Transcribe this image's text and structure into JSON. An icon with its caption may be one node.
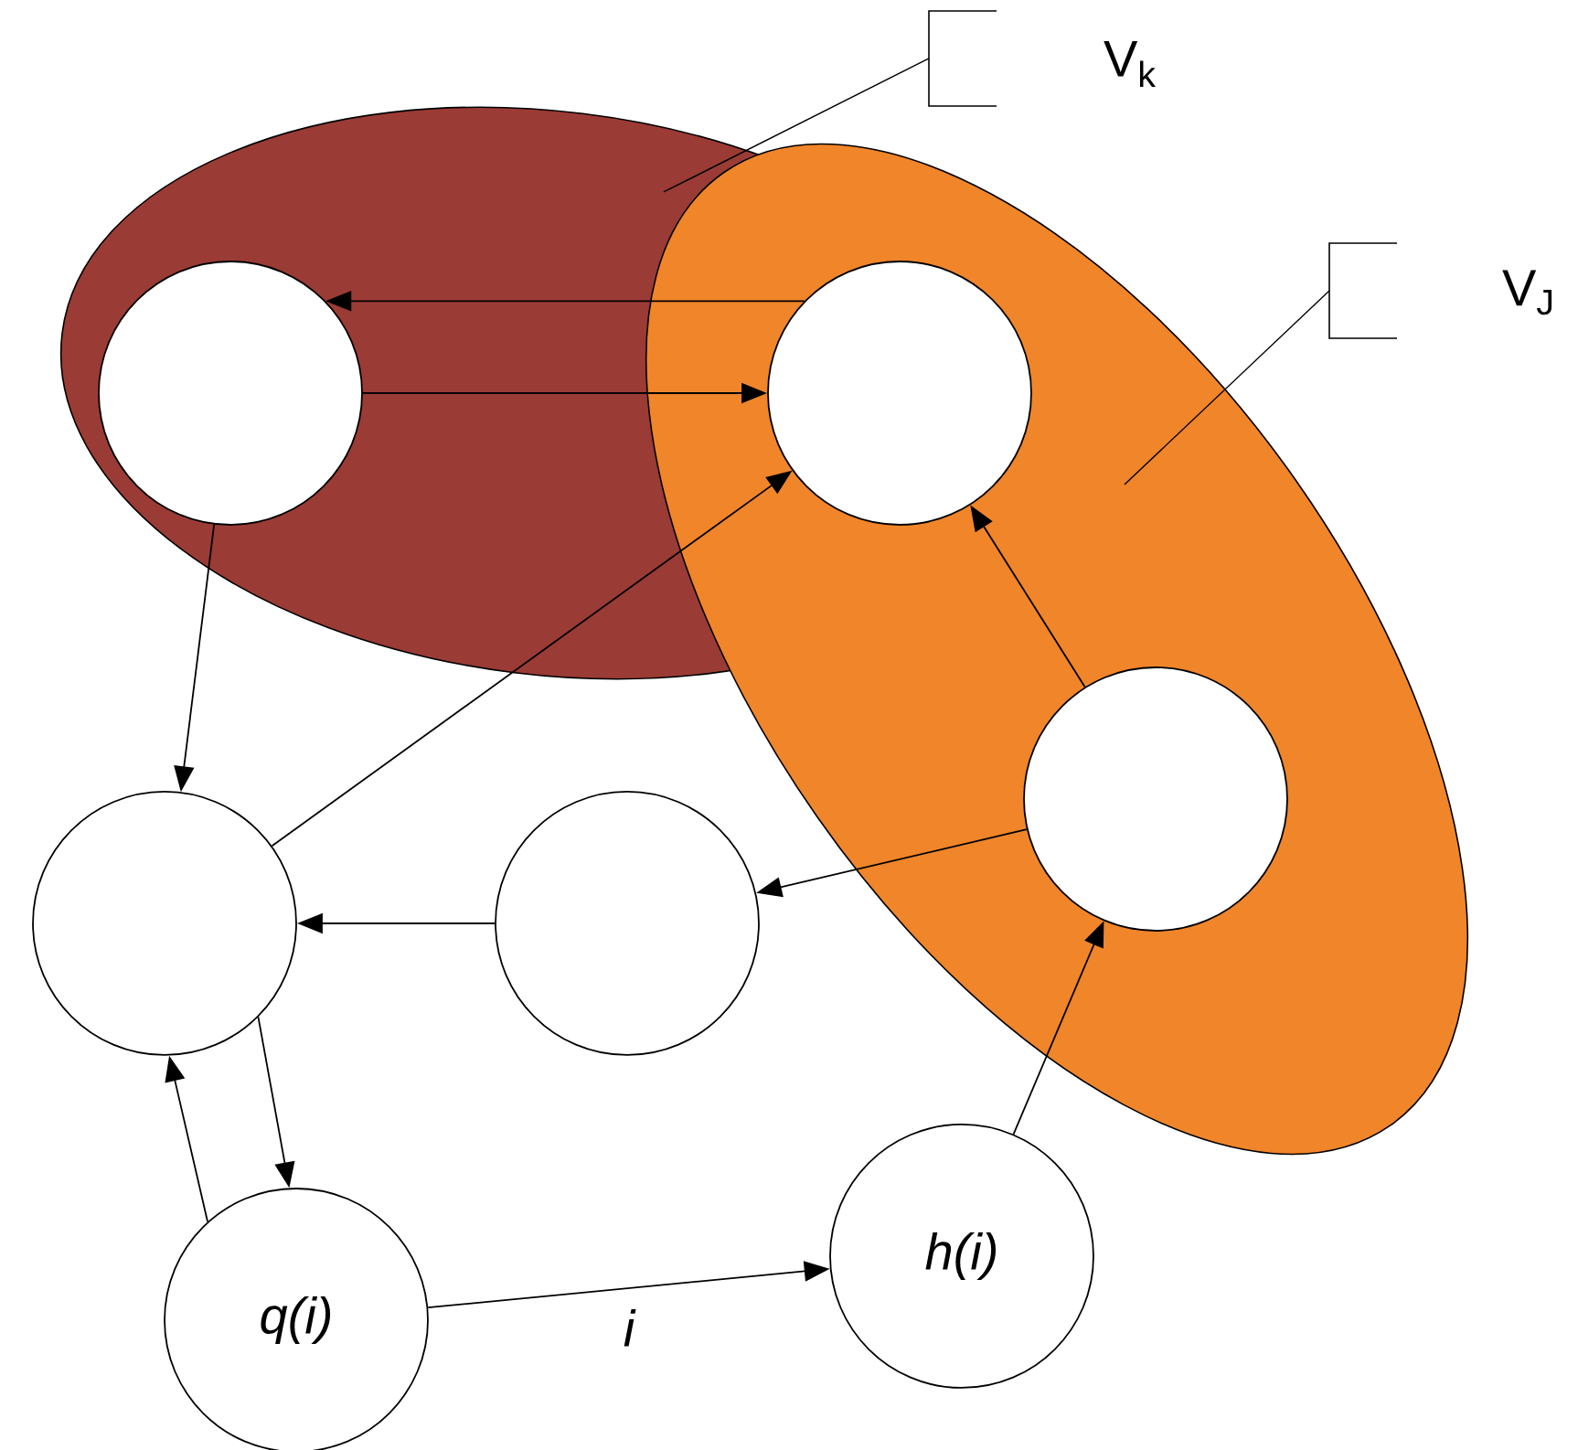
{
  "diagram": {
    "nodes": [
      {
        "text": [
          "V$_{k}$"
        ]
      },
      {
        "text": [
          "V$_{J}$"
        ]
      },
      {
        "text": [],
        "shape": "circle",
        "in": 0
      },
      {
        "text": [],
        "shape": "circle"
      },
      {
        "text": [],
        "shape": "circle",
        "in": 1
      },
      {
        "text": [],
        "shape": "circle"
      },
      {
        "text": [],
        "shape": "circle"
      },
      {
        "text": [
          "q(i)"
        ]
      },
      {
        "text": [
          "h(i)"
        ]
      }
    ],
    "edges": [
      {
        "from": 3,
        "to": 2,
        "arrow": "to"
      },
      {
        "from": 2,
        "to": 3,
        "arrow": "to"
      },
      {
        "from": 2,
        "to": 5,
        "arrow": "to"
      },
      {
        "from": 5,
        "to": 3,
        "arrow": "to"
      },
      {
        "from": 4,
        "to": 3,
        "arrow": "to"
      },
      {
        "from": 4,
        "to": 6,
        "arrow": "to"
      },
      {
        "from": 6,
        "to": 5,
        "arrow": "to"
      },
      {
        "from": 5,
        "to": 7,
        "arrow": "to"
      },
      {
        "from": 7,
        "to": 5,
        "arrow": "to"
      },
      {
        "from": 7,
        "to": 8,
        "arrow": "to",
        "label": "i"
      },
      {
        "from": 8,
        "to": 4,
        "arrow": "to"
      }
    ]
  }
}
